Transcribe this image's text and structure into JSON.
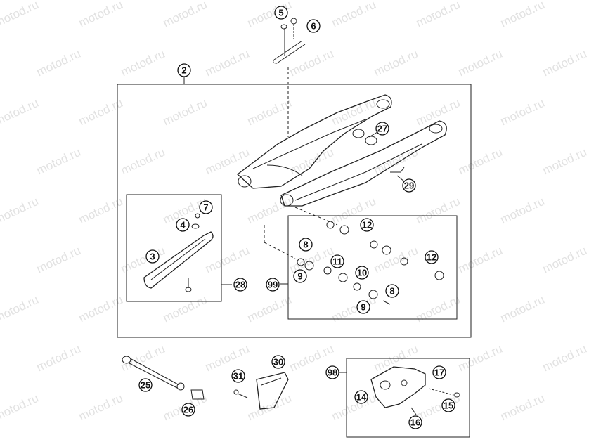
{
  "watermark": "motod.ru",
  "callouts": [
    "5",
    "6",
    "2",
    "27",
    "29",
    "7",
    "4",
    "3",
    "28",
    "12",
    "8",
    "9",
    "11",
    "10",
    "99",
    "12",
    "8",
    "9",
    "25",
    "26",
    "31",
    "30",
    "98",
    "17",
    "14",
    "15",
    "16"
  ],
  "colors": {
    "line": "#222222",
    "fill": "#ffffff",
    "watermark": "#e2e2e2"
  }
}
